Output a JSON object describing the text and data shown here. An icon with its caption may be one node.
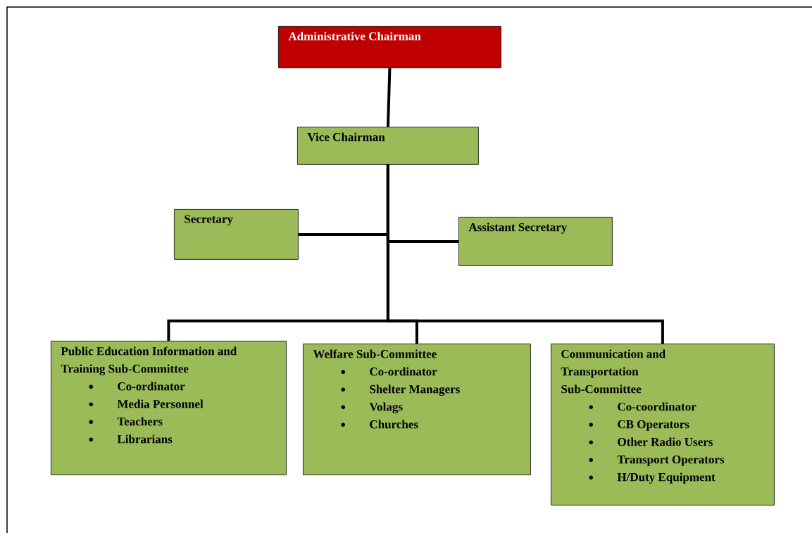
{
  "diagram": {
    "nodes": [
      {
        "text": [
          "Administrative Chairman"
        ]
      },
      {
        "text": [
          "Vice Chairman"
        ]
      },
      {
        "text": [
          "Secretary"
        ]
      },
      {
        "text": [
          "Assistant Secretary"
        ]
      },
      {
        "text": [
          "Public Education Information and Training Sub-Committee",
          "Co-ordinator",
          "Media Personnel",
          "Teachers",
          "Librarians"
        ]
      },
      {
        "text": [
          "Welfare Sub-Committee",
          "Co-ordinator",
          "Shelter Managers",
          "Volags",
          "Churches"
        ]
      },
      {
        "text": [
          "Communication and Transportation Sub-Committee",
          "Co-coordinator",
          "CB Operators",
          "Other Radio Users",
          "Transport Operators",
          "H/Duty Equipment"
        ]
      }
    ],
    "edges": [
      {
        "from": 0,
        "to": 1,
        "arrow": "none"
      },
      {
        "from": 1,
        "to": 2,
        "arrow": "none"
      },
      {
        "from": 1,
        "to": 3,
        "arrow": "none"
      },
      {
        "from": 1,
        "to": 4,
        "arrow": "none"
      },
      {
        "from": 1,
        "to": 5,
        "arrow": "none"
      },
      {
        "from": 1,
        "to": 6,
        "arrow": "none"
      }
    ]
  }
}
